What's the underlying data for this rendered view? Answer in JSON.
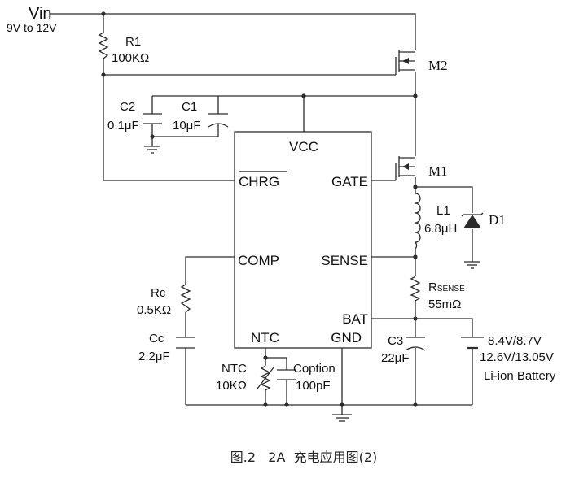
{
  "supply": {
    "name": "Vin",
    "range": "9V to 12V"
  },
  "ic": {
    "pins": {
      "vcc": "VCC",
      "chrg": "CHRG",
      "gate": "GATE",
      "comp": "COMP",
      "sense": "SENSE",
      "bat": "BAT",
      "ntc": "NTC",
      "gnd": "GND"
    }
  },
  "components": {
    "r1": {
      "name": "R1",
      "value": "100KΩ"
    },
    "m2": {
      "name": "M2"
    },
    "m1": {
      "name": "M1"
    },
    "c2": {
      "name": "C2",
      "value": "0.1μF"
    },
    "c1": {
      "name": "C1",
      "value": "10μF"
    },
    "l1": {
      "name": "L1",
      "value": "6.8μH"
    },
    "d1": {
      "name": "D1"
    },
    "rsense": {
      "name": "R",
      "subscript": "SENSE",
      "value": "55mΩ"
    },
    "rc": {
      "name": "Rc",
      "value": "0.5KΩ"
    },
    "cc": {
      "name": "Cc",
      "value": "2.2μF"
    },
    "ntc": {
      "name": "NTC",
      "value": "10KΩ"
    },
    "coption": {
      "name": "Coption",
      "value": "100pF"
    },
    "c3": {
      "name": "C3",
      "value": "22μF"
    },
    "battery": {
      "voltage1": "8.4V/8.7V",
      "voltage2": "12.6V/13.05V",
      "type": "Li-ion Battery"
    }
  },
  "caption": "图.2   2A  充电应用图(2)"
}
